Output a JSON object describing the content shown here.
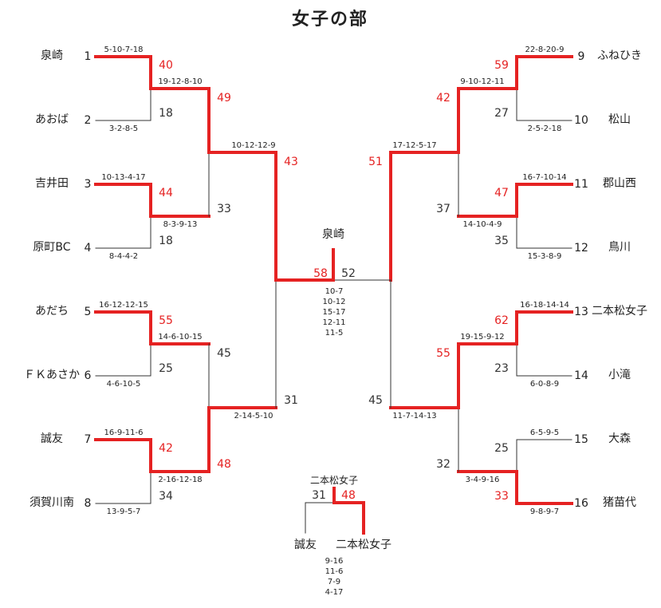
{
  "title": "女子の部",
  "colors": {
    "win_line": "#e52222",
    "line": "#333333",
    "win_text": "#e52222"
  },
  "teams": [
    {
      "seed": "1",
      "name": "泉崎"
    },
    {
      "seed": "2",
      "name": "あおば"
    },
    {
      "seed": "3",
      "name": "吉井田"
    },
    {
      "seed": "4",
      "name": "原町BC"
    },
    {
      "seed": "5",
      "name": "あだち"
    },
    {
      "seed": "6",
      "name": "ＦＫあさか"
    },
    {
      "seed": "7",
      "name": "誠友"
    },
    {
      "seed": "8",
      "name": "須賀川南"
    },
    {
      "seed": "9",
      "name": "ふねひき"
    },
    {
      "seed": "10",
      "name": "松山"
    },
    {
      "seed": "11",
      "name": "郡山西"
    },
    {
      "seed": "12",
      "name": "鳥川"
    },
    {
      "seed": "13",
      "name": "二本松女子"
    },
    {
      "seed": "14",
      "name": "小滝"
    },
    {
      "seed": "15",
      "name": "大森"
    },
    {
      "seed": "16",
      "name": "猪苗代"
    }
  ],
  "round1": [
    {
      "top_score": "40",
      "bottom_score": "18",
      "top_sets": "5-10-7-18",
      "bottom_sets": "3-2-8-5",
      "winner": "top"
    },
    {
      "top_score": "44",
      "bottom_score": "18",
      "top_sets": "10-13-4-17",
      "bottom_sets": "8-4-4-2",
      "winner": "top"
    },
    {
      "top_score": "55",
      "bottom_score": "25",
      "top_sets": "16-12-12-15",
      "bottom_sets": "4-6-10-5",
      "winner": "top"
    },
    {
      "top_score": "42",
      "bottom_score": "34",
      "top_sets": "16-9-11-6",
      "bottom_sets": "13-9-5-7",
      "winner": "top"
    },
    {
      "top_score": "59",
      "bottom_score": "27",
      "top_sets": "22-8-20-9",
      "bottom_sets": "2-5-2-18",
      "winner": "top"
    },
    {
      "top_score": "47",
      "bottom_score": "35",
      "top_sets": "16-7-10-14",
      "bottom_sets": "15-3-8-9",
      "winner": "top"
    },
    {
      "top_score": "62",
      "bottom_score": "23",
      "top_sets": "16-18-14-14",
      "bottom_sets": "6-0-8-9",
      "winner": "top"
    },
    {
      "top_score": "25",
      "bottom_score": "33",
      "top_sets": "6-5-9-5",
      "bottom_sets": "9-8-9-7",
      "winner": "bottom"
    }
  ],
  "round2": [
    {
      "top_score": "49",
      "bottom_score": "33",
      "top_sets": "19-12-8-10",
      "bottom_sets": "8-3-9-13",
      "winner": "top"
    },
    {
      "top_score": "45",
      "bottom_score": "48",
      "top_sets": "14-6-10-15",
      "bottom_sets": "2-16-12-18",
      "winner": "bottom"
    },
    {
      "top_score": "42",
      "bottom_score": "37",
      "top_sets": "9-10-12-11",
      "bottom_sets": "14-10-4-9",
      "winner": "top"
    },
    {
      "top_score": "55",
      "bottom_score": "32",
      "top_sets": "19-15-9-12",
      "bottom_sets": "3-4-9-16",
      "winner": "top"
    }
  ],
  "round3": [
    {
      "top_score": "43",
      "bottom_score": "31",
      "top_sets": "10-12-12-9",
      "bottom_sets": "2-14-5-10",
      "winner": "top"
    },
    {
      "top_score": "51",
      "bottom_score": "45",
      "top_sets": "17-12-5-17",
      "bottom_sets": "11-7-14-13",
      "winner": "top"
    }
  ],
  "final": {
    "left_score": "58",
    "right_score": "52",
    "winner": "泉崎",
    "winner_side": "left",
    "sets": [
      "10-7",
      "10-12",
      "15-17",
      "12-11",
      "11-5"
    ]
  },
  "third_place": {
    "left_team": "誠友",
    "right_team": "二本松女子",
    "left_score": "31",
    "right_score": "48",
    "winner": "二本松女子",
    "winner_side": "right",
    "sets": [
      "9-16",
      "11-6",
      "7-9",
      "4-17"
    ]
  }
}
